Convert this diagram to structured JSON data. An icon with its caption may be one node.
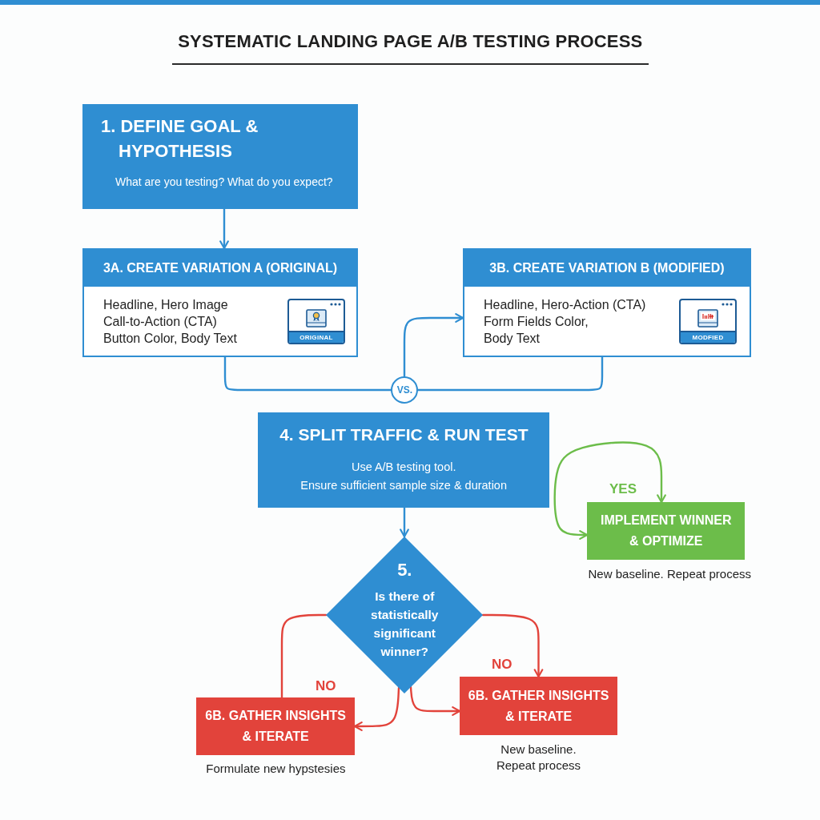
{
  "diagram": {
    "title": "SYSTEMATIC LANDING PAGE A/B TESTING PROCESS",
    "nodes": [
      {
        "text": [
          "1. DEFINE GOAL & HYPOTHESIS",
          "What are you testing? What do you expect?"
        ]
      },
      {
        "text": [
          "3A. CREATE VARIATION A (ORIGINAL)",
          "Headline, Hero Image",
          "Call-to-Action (CTA)",
          "Button Color, Body Text"
        ]
      },
      {
        "text": [
          "ORIGINAL"
        ],
        "in": 1
      },
      {
        "text": [
          "3B. CREATE VARIATION B (MODIFIED)",
          "Headline, Hero-Action (CTA)",
          "Form Fields Color,",
          "Body Text"
        ]
      },
      {
        "text": [
          "MODFIED"
        ],
        "in": 3
      },
      {
        "text": [
          "VS."
        ]
      },
      {
        "text": [
          "4. SPLIT TRAFFIC & RUN TEST",
          "Use A/B testing tool.",
          "Ensure sufficient sample size & duration"
        ]
      },
      {
        "text": [
          "IMPLEMENT WINNER & OPTIMIZE"
        ],
        "beside": [
          "New baseline. Repeat process"
        ]
      },
      {
        "text": [
          "5.",
          "Is there of statistically significant winner?"
        ]
      },
      {
        "text": [
          "6B. GATHER INSIGHTS & ITERATE"
        ],
        "beside": [
          "Formulate new hypstesies"
        ]
      },
      {
        "text": [
          "6B. GATHER INSIGHTS & ITERATE"
        ],
        "beside": [
          "New baseline. Repeat process"
        ]
      }
    ],
    "edges": [
      {
        "from": 0,
        "to": 1,
        "arrow": "to"
      },
      {
        "from": 1,
        "to": 5,
        "arrow": "none"
      },
      {
        "from": 3,
        "to": 5,
        "arrow": "none"
      },
      {
        "from": 5,
        "to": 3,
        "arrow": "to"
      },
      {
        "from": 6,
        "to": 8,
        "arrow": "to"
      },
      {
        "from": 7,
        "to": 7,
        "arrow": "both",
        "label": "YES",
        "color": "#6cbd4a"
      },
      {
        "from": 8,
        "to": 9,
        "arrow": "none",
        "label": "NO",
        "color": "#e2433b"
      },
      {
        "from": 8,
        "to": 9,
        "arrow": "to",
        "color": "#e2433b"
      },
      {
        "from": 8,
        "to": 10,
        "arrow": "to",
        "color": "#e2433b"
      },
      {
        "from": 8,
        "to": 10,
        "arrow": "to",
        "label": "NO",
        "color": "#e2433b"
      }
    ]
  }
}
